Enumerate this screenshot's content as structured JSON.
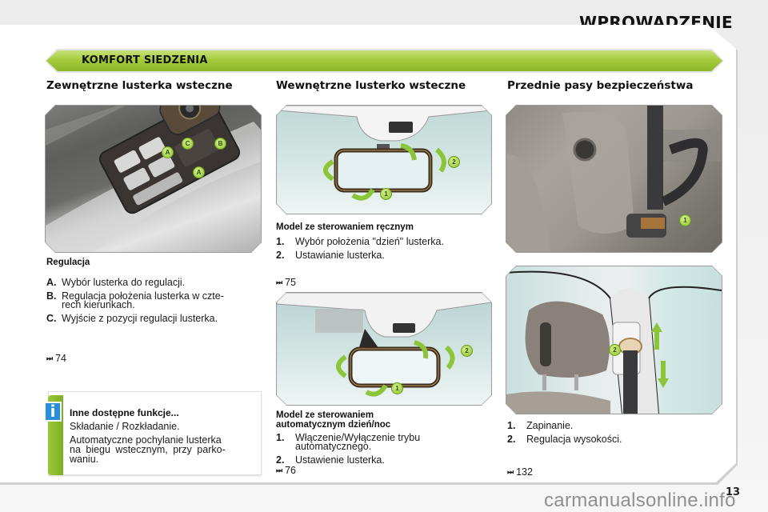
{
  "header": {
    "title": "WPROWADZENIE"
  },
  "banner": {
    "label": "KOMFORT SIEDZENIA",
    "color": "#a5cc3c"
  },
  "columns": [
    {
      "heading": "Zewnętrzne lusterka wsteczne",
      "figure": {
        "description": "door-mirror-control-panel",
        "callouts": [
          "A",
          "C",
          "B",
          "A"
        ]
      },
      "subheading": "Regulacja",
      "items": [
        {
          "marker": "A.",
          "lines": [
            "Wybór lusterka do regulacji."
          ]
        },
        {
          "marker": "B.",
          "lines": [
            "Regulacja położenia lusterka w czte-",
            "rech kierunkach."
          ]
        },
        {
          "marker": "C.",
          "lines": [
            "Wyjście z pozycji regulacji lusterka."
          ]
        }
      ],
      "reference": "74",
      "info_box": {
        "title": "Inne dostępne funkcje...",
        "paragraphs": [
          [
            "Składanie / Rozkładanie."
          ],
          [
            "Automatyczne pochylanie lusterka",
            "na biegu wstecznym, przy parko-",
            "waniu."
          ]
        ]
      }
    },
    {
      "heading": "Wewnętrzne lusterko wsteczne",
      "figure_manual": {
        "description": "interior-mirror-manual",
        "callouts": [
          "1",
          "2"
        ]
      },
      "manual": {
        "subheading": "Model ze sterowaniem ręcznym",
        "items": [
          {
            "marker": "1.",
            "lines": [
              "Wybór położenia \"dzień\" lusterka."
            ]
          },
          {
            "marker": "2.",
            "lines": [
              "Ustawianie lusterka."
            ]
          }
        ],
        "reference": "75"
      },
      "figure_auto": {
        "description": "interior-mirror-automatic",
        "callouts": [
          "1",
          "2"
        ]
      },
      "automatic": {
        "subheading_lines": [
          "Model ze sterowaniem",
          "automatycznym dzień/noc"
        ],
        "items": [
          {
            "marker": "1.",
            "lines": [
              "Włączenie/Wyłączenie trybu",
              "automatycznego."
            ]
          },
          {
            "marker": "2.",
            "lines": [
              "Ustawienie lusterka."
            ]
          }
        ],
        "reference": "76"
      }
    },
    {
      "heading": "Przednie pasy bezpieczeństwa",
      "figure_buckle": {
        "description": "seat-belt-buckle",
        "callouts": [
          "1"
        ]
      },
      "figure_height": {
        "description": "seat-belt-height-adjuster",
        "callouts": [
          "2"
        ]
      },
      "items": [
        {
          "marker": "1.",
          "lines": [
            "Zapinanie."
          ]
        },
        {
          "marker": "2.",
          "lines": [
            "Regulacja wysokości."
          ]
        }
      ],
      "reference": "132"
    }
  ],
  "footer": {
    "page_number": "13",
    "watermark": "carmanualsonline.info"
  },
  "icons": {
    "reference_icon": "⏭"
  }
}
